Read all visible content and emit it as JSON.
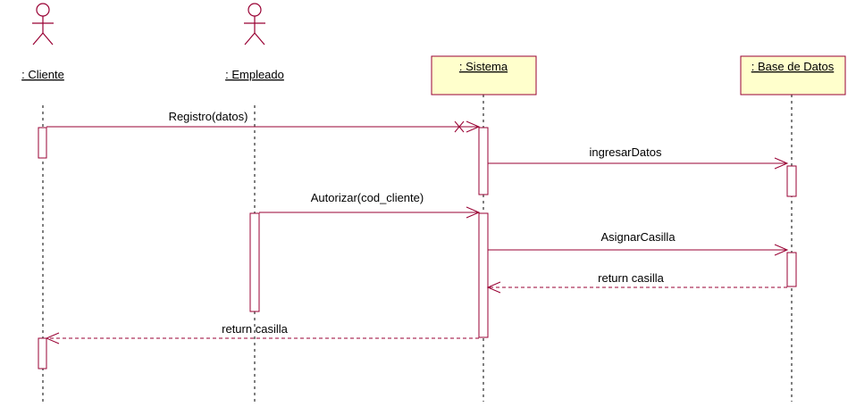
{
  "colors": {
    "line": "#990033",
    "object_fill": "#FFFFCC",
    "object_border": "#990033",
    "text": "#000000",
    "background": "#FFFFFF"
  },
  "participants": [
    {
      "label": ": Cliente",
      "kind": "actor"
    },
    {
      "label": ": Empleado",
      "kind": "actor"
    },
    {
      "label": ": Sistema",
      "kind": "object"
    },
    {
      "label": ": Base de Datos",
      "kind": "object"
    }
  ],
  "messages": [
    {
      "label": "Registro(datos)",
      "from": ": Cliente",
      "to": ": Sistema",
      "style": "solid"
    },
    {
      "label": "ingresarDatos",
      "from": ": Sistema",
      "to": ": Base de Datos",
      "style": "solid"
    },
    {
      "label": "Autorizar(cod_cliente)",
      "from": ": Empleado",
      "to": ": Sistema",
      "style": "solid"
    },
    {
      "label": "AsignarCasilla",
      "from": ": Sistema",
      "to": ": Base de Datos",
      "style": "solid"
    },
    {
      "label": "return casilla",
      "from": ": Base de Datos",
      "to": ": Sistema",
      "style": "dashed"
    },
    {
      "label": "return casilla",
      "from": ": Sistema",
      "to": ": Cliente",
      "style": "dashed"
    }
  ]
}
